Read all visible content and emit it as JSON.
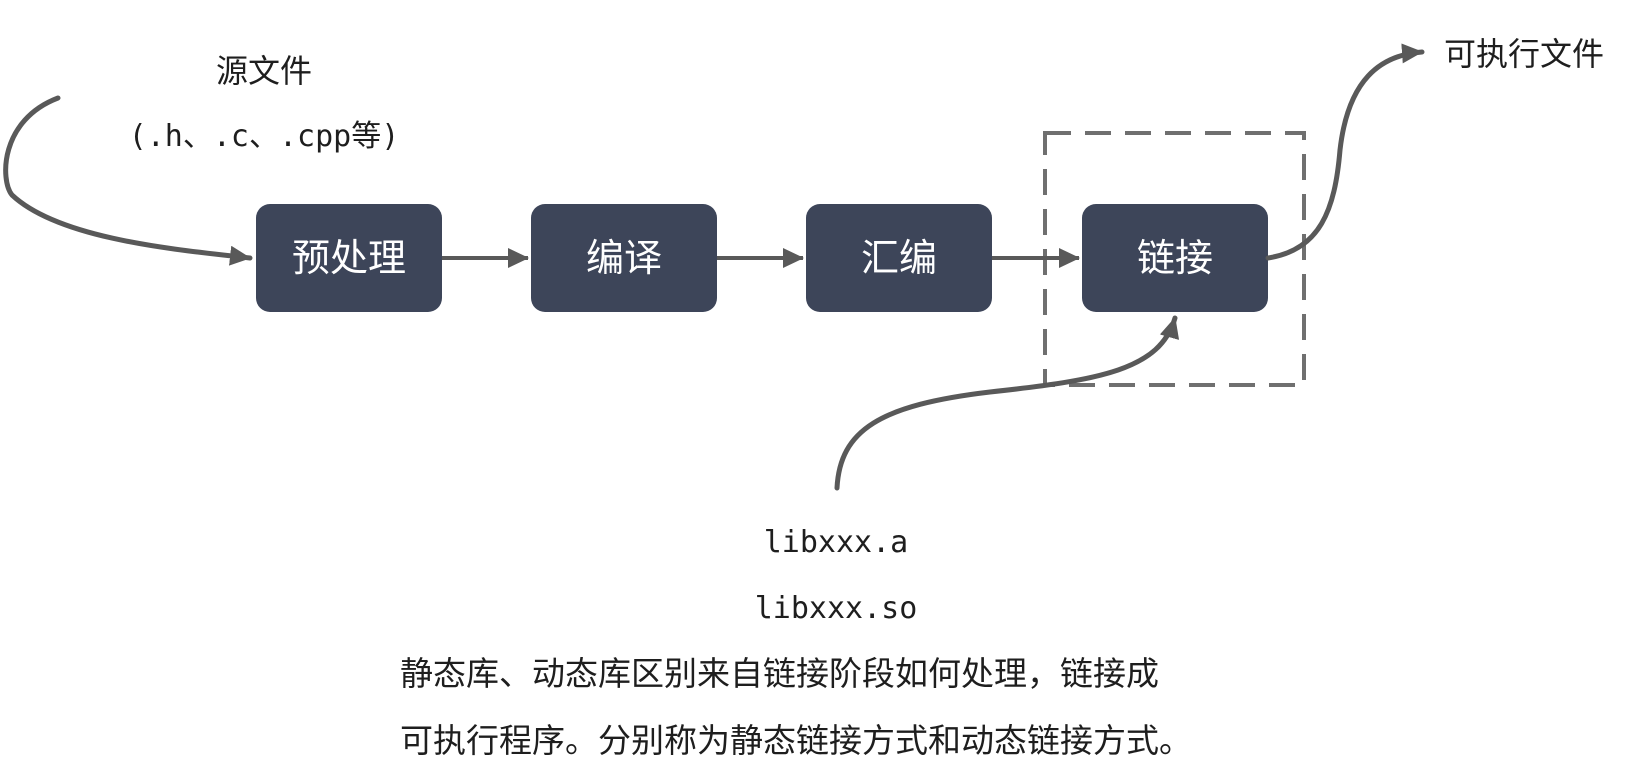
{
  "source": {
    "title": "源文件",
    "subtitle": "(.h、.c、.cpp等)"
  },
  "stages": [
    {
      "label": "预处理"
    },
    {
      "label": "编译"
    },
    {
      "label": "汇编"
    },
    {
      "label": "链接"
    }
  ],
  "output": {
    "label": "可执行文件"
  },
  "libraries": {
    "static": "libxxx.a",
    "dynamic": "libxxx.so"
  },
  "note": {
    "line1": "静态库、动态库区别来自链接阶段如何处理，链接成",
    "line2": "可执行程序。分别称为静态链接方式和动态链接方式。"
  },
  "colors": {
    "stage_fill": "#3d4559",
    "stage_text": "#ffffff",
    "arrow": "#595959",
    "dashed_border": "#6f6f6f",
    "text": "#1e1e1e"
  }
}
